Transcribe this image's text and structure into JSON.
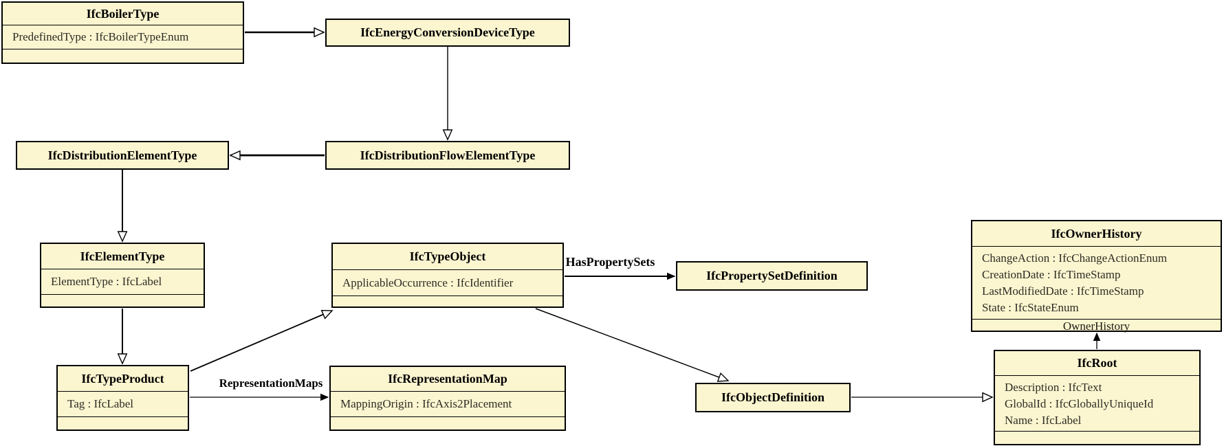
{
  "diagram": {
    "type": "uml-class-diagram",
    "title": "IFC boiler type inheritance diagram",
    "colors": {
      "box_fill": "#fbf5d0",
      "box_border": "#000000",
      "edge": "#000000",
      "background": "#ffffff"
    },
    "classes": [
      {
        "name": "IfcBoilerType",
        "attributes": [
          "PredefinedType : IfcBoilerTypeEnum"
        ],
        "footer": ""
      },
      {
        "name": "IfcEnergyConversionDeviceType"
      },
      {
        "name": "IfcDistributionElementType"
      },
      {
        "name": "IfcDistributionFlowElementType"
      },
      {
        "name": "IfcElementType",
        "attributes": [
          "ElementType : IfcLabel"
        ],
        "footer": ""
      },
      {
        "name": "IfcTypeObject",
        "attributes": [
          "ApplicableOccurrence : IfcIdentifier"
        ],
        "footer": ""
      },
      {
        "name": "IfcPropertySetDefinition"
      },
      {
        "name": "IfcOwnerHistory",
        "attributes": [
          "ChangeAction : IfcChangeActionEnum",
          "CreationDate : IfcTimeStamp",
          "LastModifiedDate : IfcTimeStamp",
          "State : IfcStateEnum"
        ],
        "footer": "OwnerHistory"
      },
      {
        "name": "IfcTypeProduct",
        "attributes": [
          "Tag : IfcLabel"
        ],
        "footer": ""
      },
      {
        "name": "IfcRepresentationMap",
        "attributes": [
          "MappingOrigin : IfcAxis2Placement"
        ],
        "footer": ""
      },
      {
        "name": "IfcObjectDefinition"
      },
      {
        "name": "IfcRoot",
        "attributes": [
          "Description : IfcText",
          "GlobalId : IfcGloballyUniqueId",
          "Name : IfcLabel"
        ],
        "footer": ""
      }
    ],
    "edge_labels": {
      "has_property_sets": "HasPropertySets",
      "representation_maps": "RepresentationMaps",
      "owner_history": "OwnerHistory"
    },
    "relations": [
      "IfcBoilerType -|> IfcEnergyConversionDeviceType",
      "IfcEnergyConversionDeviceType -|> IfcDistributionFlowElementType",
      "IfcDistributionFlowElementType -|> IfcDistributionElementType",
      "IfcDistributionElementType -|> IfcElementType",
      "IfcElementType -|> IfcTypeProduct",
      "IfcTypeProduct -|> IfcTypeObject",
      "IfcTypeObject -> IfcPropertySetDefinition : HasPropertySets",
      "IfcTypeProduct -> IfcRepresentationMap : RepresentationMaps",
      "IfcTypeObject -|> IfcObjectDefinition",
      "IfcObjectDefinition -|> IfcRoot",
      "IfcRoot -> IfcOwnerHistory : OwnerHistory"
    ]
  }
}
